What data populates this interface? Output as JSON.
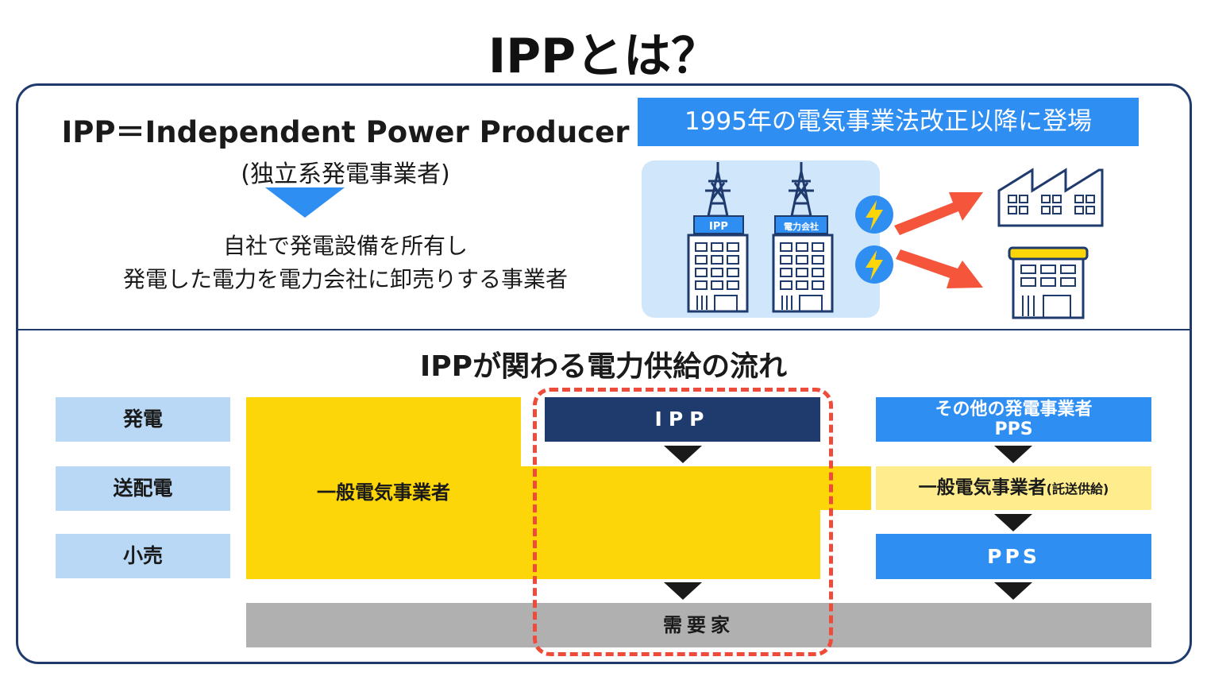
{
  "title": "IPPとは？",
  "definition": {
    "line": "IPP＝Independent Power Producer",
    "sub": "(独立系発電事業者)",
    "desc_line1": "自社で発電設備を所有し",
    "desc_line2": "発電した電力を電力会社に卸売りする事業者"
  },
  "banner": "1995年の電気事業法改正以降に登場",
  "illustration": {
    "ipp_sign": "IPP",
    "utility_sign": "電力会社",
    "icons": [
      "tower-icon",
      "building-icon",
      "lightning-icon",
      "arrow-icon",
      "factory-icon",
      "store-icon"
    ]
  },
  "flow": {
    "title": "IPPが関わる電力供給の流れ",
    "stages": [
      "発電",
      "送配電",
      "小売"
    ],
    "general_utility": "一般電気事業者",
    "ipp": "IPP",
    "other_gen_line1": "その他の発電事業者",
    "other_gen_line2": "PPS",
    "trans_main": "一般電気事業者",
    "trans_note": "(託送供給)",
    "pps": "PPS",
    "consumer": "需要家"
  },
  "colors": {
    "navy": "#1f3b6e",
    "blue": "#2f8ef2",
    "light_blue": "#b8d8f5",
    "yellow": "#fdd60a",
    "light_yellow": "#ffed8d",
    "gray": "#b0b0b0",
    "red_dash": "#ef4b3a",
    "arrow_red": "#f5553a"
  }
}
